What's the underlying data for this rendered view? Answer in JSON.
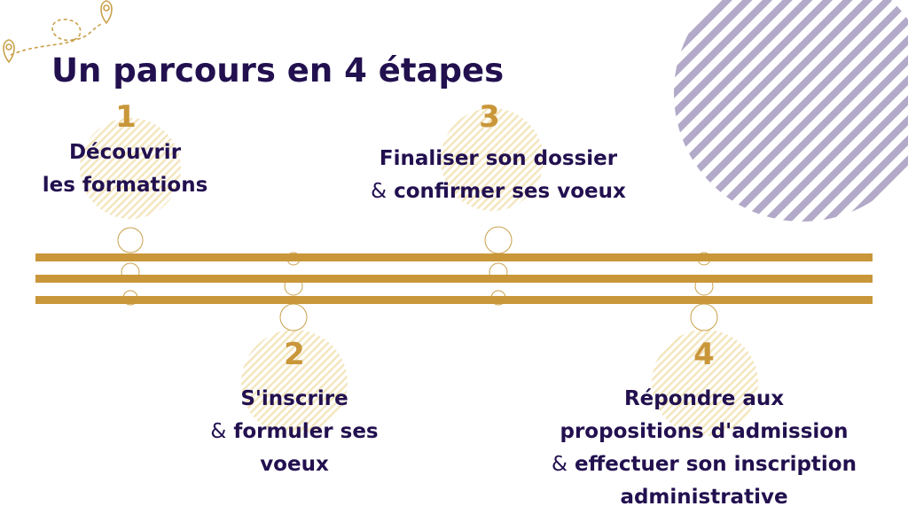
{
  "title": "Un parcours en 4 étapes",
  "colors": {
    "primary": "#22104f",
    "accent": "#c9963a",
    "stripes": "#b3aac9",
    "stripes_light": "#f3e6bf"
  },
  "icons": [
    "map-pin-icon",
    "dashed-route-icon"
  ],
  "steps": [
    {
      "number": "1",
      "lines": [
        "Découvrir",
        "les formations"
      ]
    },
    {
      "number": "2",
      "lines": [
        "S'inscrire",
        "formuler ses",
        "voeux"
      ],
      "amp": "&"
    },
    {
      "number": "3",
      "lines": [
        "Finaliser son dossier",
        "confirmer ses voeux"
      ],
      "amp": "&"
    },
    {
      "number": "4",
      "lines": [
        "Répondre aux",
        "propositions d'admission",
        "effectuer son inscription",
        "administrative"
      ],
      "amp": "&"
    }
  ]
}
